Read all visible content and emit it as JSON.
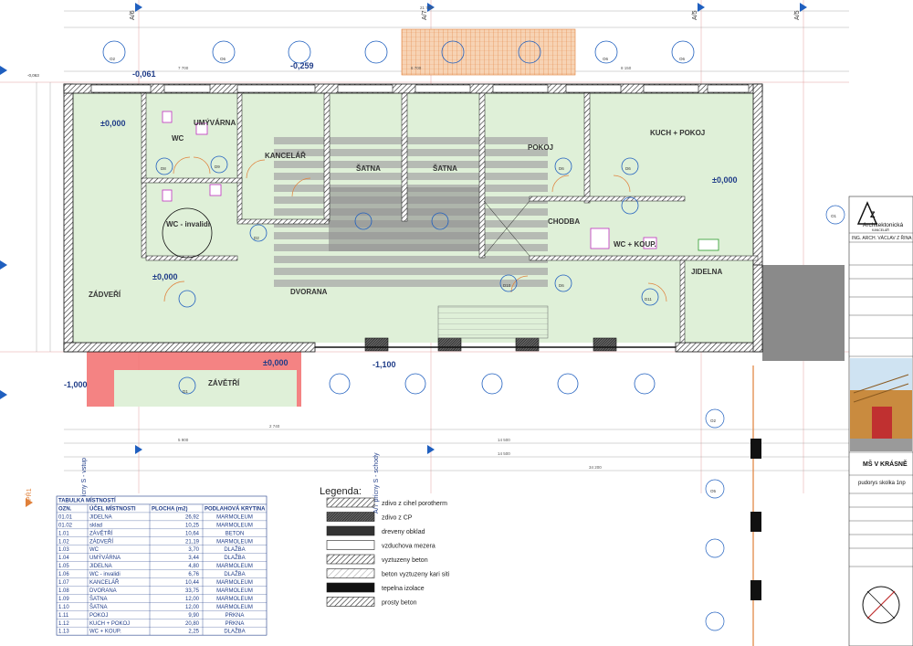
{
  "levels": [
    "±0,000",
    "±0,000",
    "±0,000",
    "±0,000",
    "-0,061",
    "-0,259",
    "-1,000",
    "-1,100",
    "-0,063"
  ],
  "axes": [
    "A/6",
    "A/7",
    "A/5",
    "A/5"
  ],
  "rooms": [
    {
      "label": "UMÝVÁRNA"
    },
    {
      "label": "WC"
    },
    {
      "label": "WC - invalidi"
    },
    {
      "label": "KANCELÁŘ"
    },
    {
      "label": "ŠATNA"
    },
    {
      "label": "ŠATNA"
    },
    {
      "label": "POKOJ"
    },
    {
      "label": "KUCH + POKOJ"
    },
    {
      "label": "CHODBA"
    },
    {
      "label": "WC + KOUP."
    },
    {
      "label": "ZÁDVEŘÍ"
    },
    {
      "label": "DVORANA"
    },
    {
      "label": "JIDELNA"
    },
    {
      "label": "ZÁVĚTŘÍ"
    }
  ],
  "door_tags": [
    "D1",
    "D2",
    "D6",
    "D6",
    "D6",
    "D8",
    "D9",
    "D10",
    "D11"
  ],
  "window_tags": [
    "O2",
    "O6",
    "O6",
    "O6",
    "O1",
    "O2",
    "O5"
  ],
  "section_lines": [
    "A/7 prícny S - schody",
    "A/6 prícny S - vstup",
    "PŘ1"
  ],
  "dimensions": [
    "21 700",
    "14 500",
    "34 200",
    "7 700",
    "6 700",
    "8 150",
    "14 500",
    "5 900",
    "2 740"
  ],
  "legend": {
    "title": "Legenda:",
    "items": [
      {
        "label": "zdivo z cihel porotherm",
        "pattern": "hatch"
      },
      {
        "label": "zdivo z CP",
        "pattern": "dense"
      },
      {
        "label": "dreveny obklad",
        "pattern": "solid-dark"
      },
      {
        "label": "vzduchova mezera",
        "pattern": "empty"
      },
      {
        "label": "vyztuzeny beton",
        "pattern": "hatch"
      },
      {
        "label": "beton vyztuzeny kari siti",
        "pattern": "hatch-light"
      },
      {
        "label": "tepelna izolace",
        "pattern": "dense-dark"
      },
      {
        "label": "prosty beton",
        "pattern": "hatch"
      }
    ]
  },
  "room_table": {
    "title": "TABULKA MÍSTNOSTÍ",
    "headers": [
      "OZN.",
      "ÚČEL MÍSTNOSTI",
      "PLOCHA (m2)",
      "PODLAHOVÁ KRYTINA"
    ],
    "rows": [
      [
        "01.01",
        "JIDELNA",
        "26,92",
        "MARMOLEUM"
      ],
      [
        "01.02",
        "sklad",
        "10,25",
        "MARMOLEUM"
      ],
      [
        "1.01",
        "ZÁVĚTŘÍ",
        "10,64",
        "BETON"
      ],
      [
        "1.02",
        "ZÁDVEŘÍ",
        "21,19",
        "MARMOLEUM"
      ],
      [
        "1.03",
        "WC",
        "3,70",
        "DLAŽBA"
      ],
      [
        "1.04",
        "UMÝVÁRNA",
        "3,44",
        "DLAŽBA"
      ],
      [
        "1.05",
        "JIDELNA",
        "4,80",
        "MARMOLEUM"
      ],
      [
        "1.06",
        "WC - invalidi",
        "6,76",
        "DLAŽBA"
      ],
      [
        "1.07",
        "KANCELÁŘ",
        "10,44",
        "MARMOLEUM"
      ],
      [
        "1.08",
        "DVORANA",
        "33,75",
        "MARMOLEUM"
      ],
      [
        "1.09",
        "ŠATNA",
        "12,00",
        "MARMOLEUM"
      ],
      [
        "1.10",
        "ŠATNA",
        "12,00",
        "MARMOLEUM"
      ],
      [
        "1.11",
        "POKOJ",
        "9,90",
        "PRKNA"
      ],
      [
        "1.12",
        "KUCH + POKOJ",
        "20,80",
        "PRKNA"
      ],
      [
        "1.13",
        "WC + KOUP.",
        "2,25",
        "DLAŽBA"
      ]
    ]
  },
  "title_block": {
    "company": "Architektonická",
    "company_sub": "KANCELÁŘ",
    "architect": "ING. ARCH. VÁCLAV Z ŘINA",
    "project": "MŠ V KRÁSNĚ",
    "drawing": "pudorys skolka 1np"
  },
  "colors": {
    "floor": "#dff0d8",
    "wall": "#111111",
    "red_area": "#f26d6d",
    "blue": "#1f5fbf",
    "orange": "#e0803a",
    "gray": "#8a8a8a"
  }
}
